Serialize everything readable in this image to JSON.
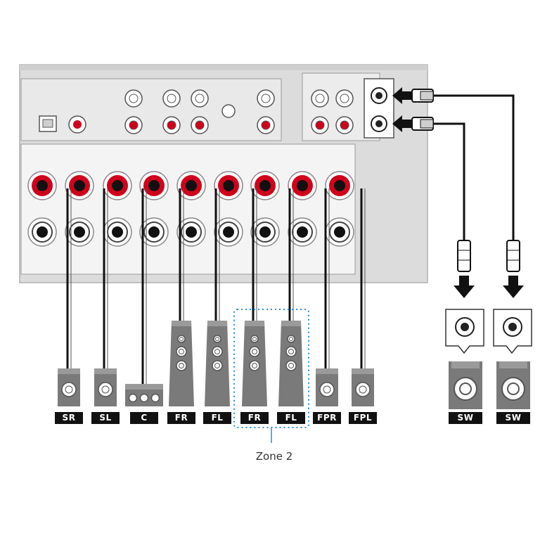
{
  "zone_label": "Zone 2",
  "speakers": [
    {
      "label": "SR",
      "kind": "bookshelf"
    },
    {
      "label": "SL",
      "kind": "bookshelf"
    },
    {
      "label": "C",
      "kind": "center"
    },
    {
      "label": "FR",
      "kind": "tower"
    },
    {
      "label": "FL",
      "kind": "tower"
    },
    {
      "label": "FR",
      "kind": "tower-zone2"
    },
    {
      "label": "FL",
      "kind": "tower-zone2"
    },
    {
      "label": "FPR",
      "kind": "bookshelf"
    },
    {
      "label": "FPL",
      "kind": "bookshelf"
    }
  ],
  "subwoofers": [
    {
      "label": "SW"
    },
    {
      "label": "SW"
    }
  ],
  "colors": {
    "panel": "#dcdcdc",
    "panel_inner": "#f4f4f4",
    "terminal_red": "#d0021b",
    "cable": "#111111",
    "speaker": "#7a7a7a",
    "zone_outline": "#2a8fd0"
  },
  "icons": {
    "arrow": "down-arrow-icon",
    "rca_plug": "rca-plug-icon",
    "sub_input": "subwoofer-input-icon"
  }
}
